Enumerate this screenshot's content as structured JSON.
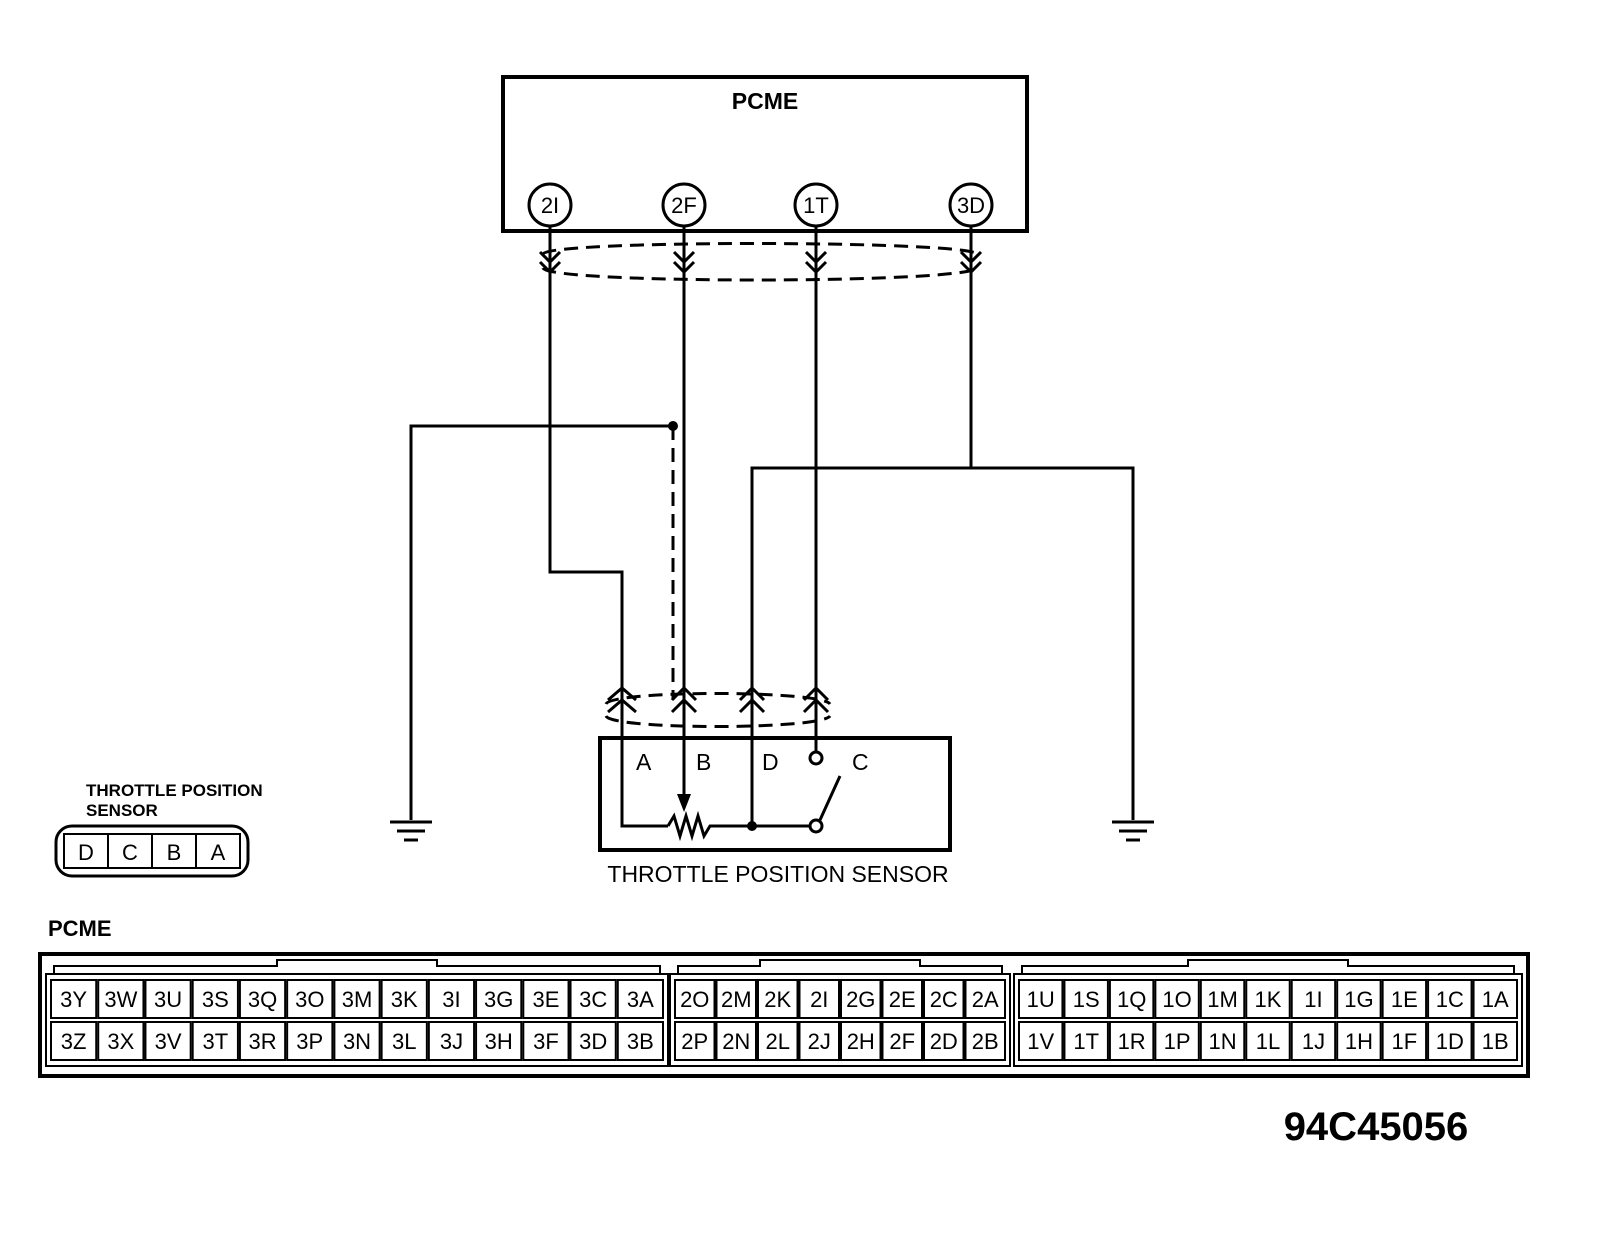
{
  "pcme_block": {
    "title": "PCME",
    "terminals": [
      "2I",
      "2F",
      "1T",
      "3D"
    ]
  },
  "sensor_block": {
    "title": "THROTTLE POSITION SENSOR",
    "pins": [
      "A",
      "B",
      "D",
      "C"
    ]
  },
  "sensor_connector": {
    "title_line1": "THROTTLE POSITION",
    "title_line2": "SENSOR",
    "pins": [
      "D",
      "C",
      "B",
      "A"
    ]
  },
  "pcme_connector": {
    "title": "PCME",
    "group3": {
      "top": [
        "3Y",
        "3W",
        "3U",
        "3S",
        "3Q",
        "3O",
        "3M",
        "3K",
        "3I",
        "3G",
        "3E",
        "3C",
        "3A"
      ],
      "bottom": [
        "3Z",
        "3X",
        "3V",
        "3T",
        "3R",
        "3P",
        "3N",
        "3L",
        "3J",
        "3H",
        "3F",
        "3D",
        "3B"
      ]
    },
    "group2": {
      "top": [
        "2O",
        "2M",
        "2K",
        "2I",
        "2G",
        "2E",
        "2C",
        "2A"
      ],
      "bottom": [
        "2P",
        "2N",
        "2L",
        "2J",
        "2H",
        "2F",
        "2D",
        "2B"
      ]
    },
    "group1": {
      "top": [
        "1U",
        "1S",
        "1Q",
        "1O",
        "1M",
        "1K",
        "1I",
        "1G",
        "1E",
        "1C",
        "1A"
      ],
      "bottom": [
        "1V",
        "1T",
        "1R",
        "1P",
        "1N",
        "1L",
        "1J",
        "1H",
        "1F",
        "1D",
        "1B"
      ]
    }
  },
  "figure_id": "94C45056"
}
